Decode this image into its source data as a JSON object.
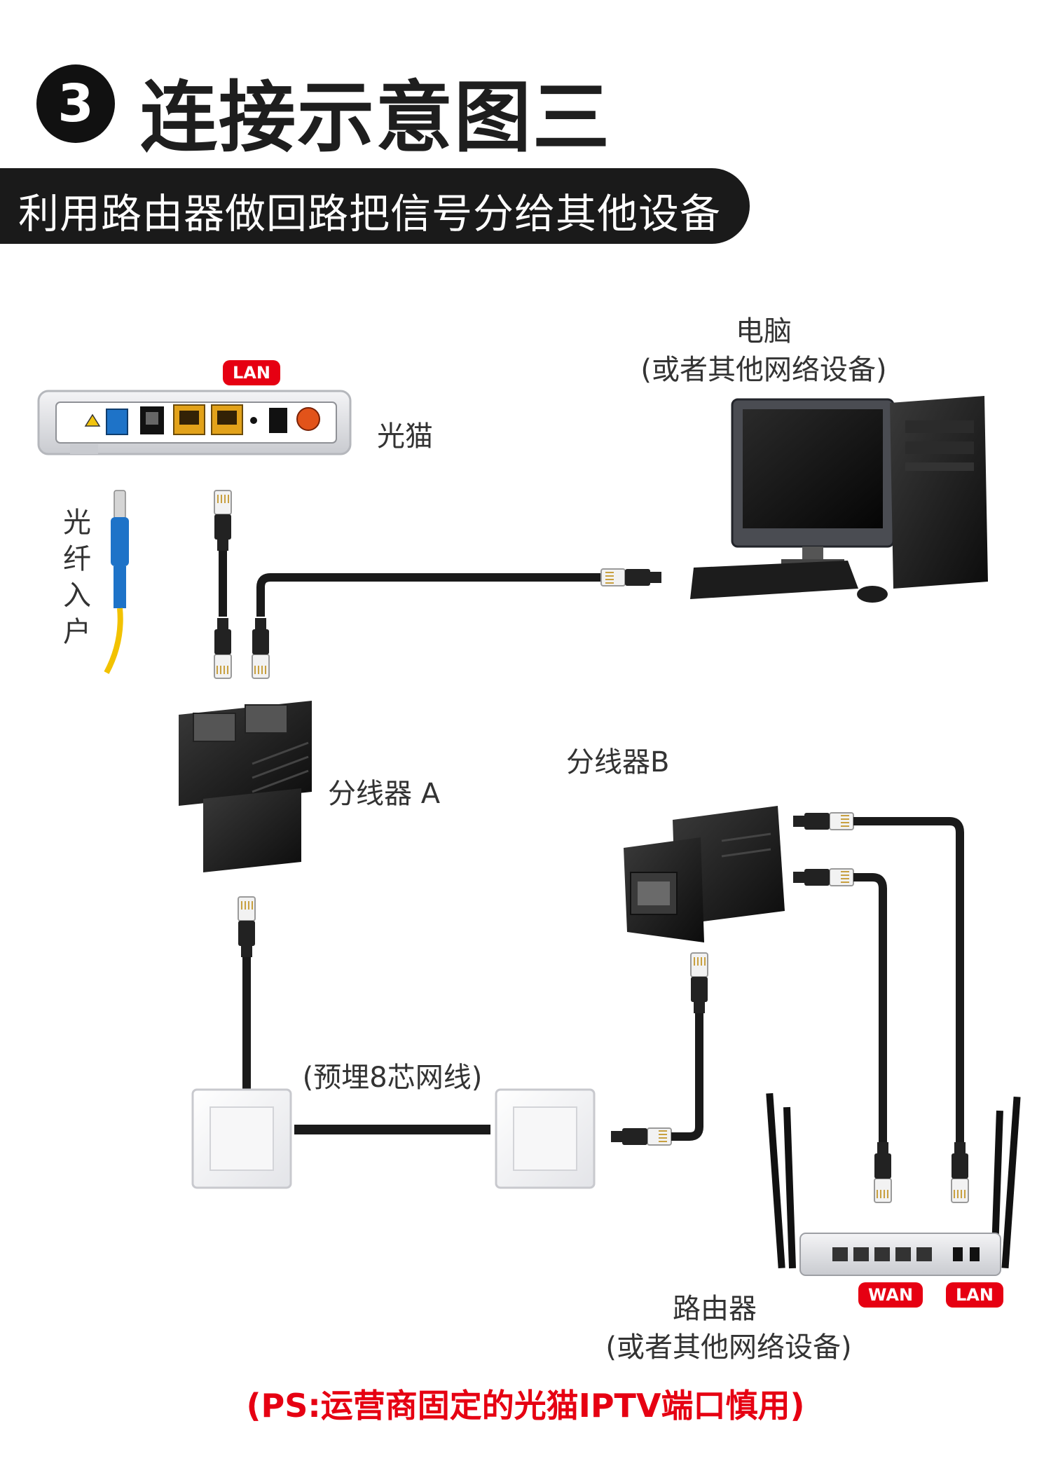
{
  "header": {
    "step_number": "3",
    "title": "连接示意图三",
    "subtitle": "利用路由器做回路把信号分给其他设备"
  },
  "labels": {
    "modem": "光猫",
    "modem_port_badge": "LAN",
    "fiber_chars": [
      "光",
      "纤",
      "入",
      "户"
    ],
    "computer": "电脑",
    "computer_sub": "(或者其他网络设备)",
    "splitter_a": "分线器 A",
    "splitter_b": "分线器B",
    "cable_note": "(预埋8芯网线)",
    "router": "路由器",
    "router_sub": "(或者其他网络设备)",
    "wan_badge": "WAN",
    "lan_badge": "LAN"
  },
  "footer": {
    "ps_note": "(PS:运营商固定的光猫IPTV端口慎用)"
  },
  "colors": {
    "accent": "#e60012",
    "dark": "#1a1a1a"
  }
}
